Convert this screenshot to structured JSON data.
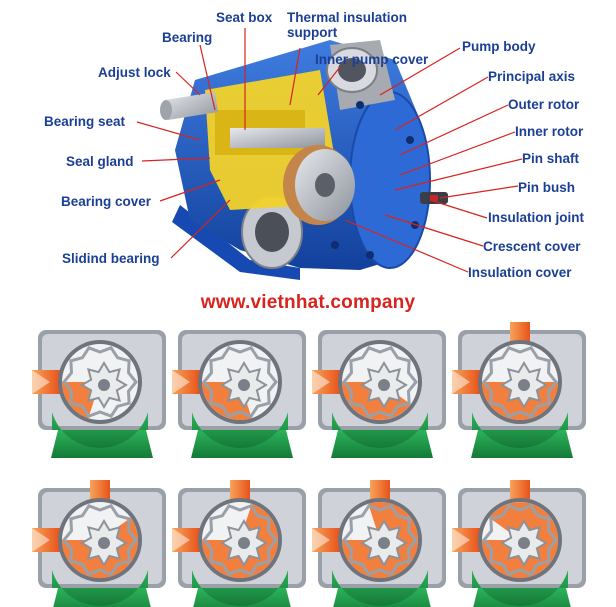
{
  "labels": {
    "seat_box": "Seat box",
    "thermal_insulation_support": "Thermal insulation support",
    "bearing": "Bearing",
    "adjust_lock": "Adjust lock",
    "inner_pump_cover": "Inner pump cover",
    "pump_body": "Pump body",
    "principal_axis": "Principal axis",
    "outer_rotor": "Outer rotor",
    "inner_rotor": "Inner rotor",
    "pin_shaft": "Pin shaft",
    "pin_bush": "Pin bush",
    "insulation_joint": "Insulation joint",
    "crescent_cover": "Crescent cover",
    "insulation_cover": "Insulation cover",
    "bearing_seat": "Bearing seat",
    "seal_gland": "Seal gland",
    "bearing_cover": "Bearing cover",
    "slidind_bearing": "Slidind bearing"
  },
  "watermark": "www.vietnhat.company",
  "colors": {
    "label_text": "#1b3f94",
    "leader_line": "#d8231f",
    "pump_casing": "#1f5fd0",
    "cutaway_yellow": "#f2d22a",
    "rotor_gray": "#b8bcc4",
    "fluid_orange": "#f26b1d",
    "base_green": "#1f9a4a"
  },
  "frames": {
    "row1_count": 4,
    "row2_count": 4
  }
}
